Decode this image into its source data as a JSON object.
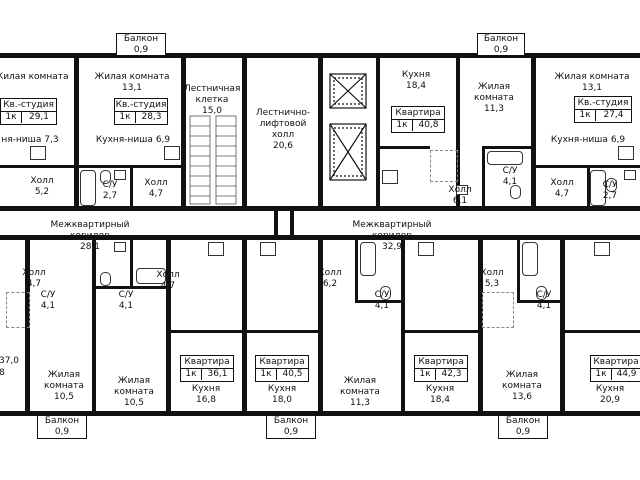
{
  "units": [
    {
      "id": "u1",
      "title": "Кв.-студия",
      "rooms": "1к",
      "area": "29,1"
    },
    {
      "id": "u2",
      "title": "Кв.-студия",
      "rooms": "1к",
      "area": "28,3"
    },
    {
      "id": "u3",
      "title": "Квартира",
      "rooms": "1к",
      "area": "40,8"
    },
    {
      "id": "u4",
      "title": "Кв.-студия",
      "rooms": "1к",
      "area": "27,4"
    },
    {
      "id": "u5",
      "title": "Квартира",
      "rooms": "1к",
      "area": "36,1"
    },
    {
      "id": "u6",
      "title": "Квартира",
      "rooms": "1к",
      "area": "40,5"
    },
    {
      "id": "u7",
      "title": "Квартира",
      "rooms": "1к",
      "area": "42,3"
    },
    {
      "id": "u8",
      "title": "Квартира",
      "rooms": "1к",
      "area": "44,9"
    }
  ],
  "balconies": [
    {
      "id": "b1",
      "label": "Балкон",
      "area": "0,9"
    },
    {
      "id": "b2",
      "label": "Балкон",
      "area": "0,9"
    },
    {
      "id": "b3",
      "label": "Балкон",
      "area": "0,9"
    },
    {
      "id": "b4",
      "label": "Балкон",
      "area": "0,9"
    },
    {
      "id": "b5",
      "label": "Балкон",
      "area": "0,9"
    }
  ],
  "rooms": {
    "r1": {
      "name": "Жилая комната",
      "area": ""
    },
    "r2": {
      "name": "Жилая комната",
      "area": "13,1"
    },
    "r3": {
      "name": "Лестничная клетка",
      "area": "15,0"
    },
    "r4": {
      "name": "Лестнично-лифтовой холл",
      "area": "20,6"
    },
    "r5": {
      "name": "Кухня",
      "area": "18,4"
    },
    "r6": {
      "name": "Жилая комната",
      "area": "11,3"
    },
    "r7": {
      "name": "Жилая комната",
      "area": "13,1"
    },
    "r8": {
      "name": "ня-ниша",
      "area": "7,3"
    },
    "r9": {
      "name": "Кухня-ниша",
      "area": "6,9"
    },
    "r10": {
      "name": "Кухня-ниша",
      "area": "6,9"
    },
    "r11": {
      "name": "Холл",
      "area": "5,2"
    },
    "r12": {
      "name": "С/У",
      "area": "2,7"
    },
    "r13": {
      "name": "Холл",
      "area": "4,7"
    },
    "r14": {
      "name": "С/У",
      "area": "4,1"
    },
    "r15": {
      "name": "Холл",
      "area": "6,1"
    },
    "r16": {
      "name": "Холл",
      "area": "4,7"
    },
    "r17": {
      "name": "С/У",
      "area": "2,7"
    },
    "r18": {
      "name": "Межквартирный коридор",
      "area": "28,1"
    },
    "r19": {
      "name": "Межквартирный коридор",
      "area": "32,9"
    },
    "r20": {
      "name": "Холл",
      "area": "4,7"
    },
    "r21": {
      "name": "С/У",
      "area": "4,1"
    },
    "r22": {
      "name": "С/У",
      "area": "4,1"
    },
    "r23": {
      "name": "Холл",
      "area": "4,7"
    },
    "r24": {
      "name": "Холл",
      "area": "6,2"
    },
    "r25": {
      "name": "С/У",
      "area": "4,1"
    },
    "r26": {
      "name": "Холл",
      "area": "5,3"
    },
    "r27": {
      "name": "С/У",
      "area": "4,1"
    },
    "r28": {
      "name": "Жилая комната",
      "area": "10,5"
    },
    "r29": {
      "name": "Жилая комната",
      "area": "10,5"
    },
    "r30": {
      "name": "Кухня",
      "area": "16,8"
    },
    "r31": {
      "name": "Кухня",
      "area": "18,0"
    },
    "r32": {
      "name": "Жилая комната",
      "area": "11,3"
    },
    "r33": {
      "name": "Кухня",
      "area": "18,4"
    },
    "r34": {
      "name": "Жилая комната",
      "area": "13,6"
    },
    "r35": {
      "name": "Кухня",
      "area": "20,9"
    },
    "r36": {
      "name": "",
      "area": "37,0"
    },
    "r37": {
      "name": "",
      "area": "8"
    }
  }
}
